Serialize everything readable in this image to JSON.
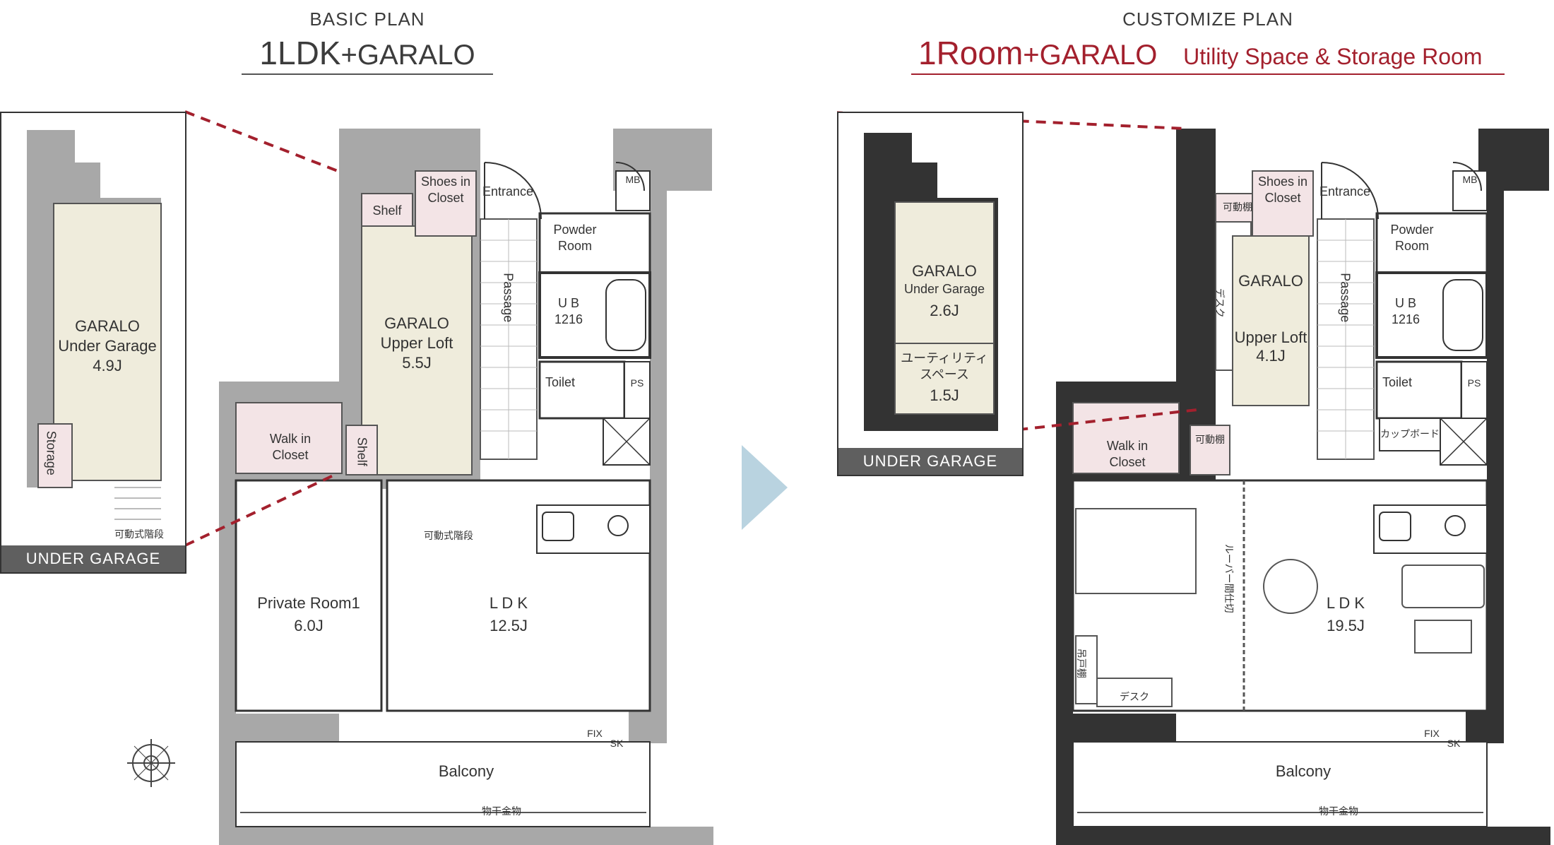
{
  "basic": {
    "subtitle": "BASIC PLAN",
    "title_main": "1LDK",
    "title_plus": "+GARALO",
    "under_garage_tag": "UNDER GARAGE",
    "garage_inset": {
      "title": "GARALO",
      "sub": "Under Garage",
      "size": "4.9J",
      "storage": "Storage",
      "stair_note": "可動式階段"
    },
    "rooms": {
      "garalo_title": "GARALO",
      "garalo_sub": "Upper Loft",
      "garalo_size": "5.5J",
      "shelf": "Shelf",
      "shelf_v": "Shelf",
      "shoes": "Shoes in\nCloset",
      "entrance": "Entrance",
      "mb": "MB",
      "powder": "Powder\nRoom",
      "passage": "Passage",
      "ub": "U B\n1216",
      "toilet": "Toilet",
      "ps": "PS",
      "walkin": "Walk in\nCloset",
      "stair_note": "可動式階段",
      "private": "Private Room1",
      "private_size": "6.0J",
      "ldk": "L D K",
      "ldk_size": "12.5J",
      "fix": "FIX",
      "sk": "SK",
      "balcony": "Balcony",
      "drying": "物干金物"
    }
  },
  "customize": {
    "subtitle": "CUSTOMIZE PLAN",
    "title_main": "1Room",
    "title_plus": "+GARALO",
    "title_extra": "Utility Space & Storage Room",
    "under_garage_tag": "UNDER GARAGE",
    "garage_inset": {
      "title": "GARALO",
      "sub": "Under Garage",
      "size": "2.6J",
      "utility": "ユーティリティ\nスペース",
      "utility_size": "1.5J"
    },
    "rooms": {
      "garalo_title": "GARALO",
      "garalo_sub": "Upper Loft",
      "garalo_size": "4.1J",
      "kadou_shelf": "可動棚",
      "kadou_shelf2": "可動棚",
      "desk_v": "デスク",
      "shoes": "Shoes in\nCloset",
      "entrance": "Entrance",
      "mb": "MB",
      "powder": "Powder\nRoom",
      "passage": "Passage",
      "ub": "U B\n1216",
      "toilet": "Toilet",
      "ps": "PS",
      "walkin": "Walk in\nCloset",
      "cupboard": "カップボード",
      "louver": "ルーバー間仕切",
      "hanging": "吊戸棚",
      "desk": "デスク",
      "ldk": "L D K",
      "ldk_size": "19.5J",
      "fix": "FIX",
      "sk": "SK",
      "balcony": "Balcony",
      "drying": "物干金物"
    }
  },
  "colors": {
    "accent": "#a3202d",
    "arrow": "#b9d3e0",
    "garalo_fill": "#efecdc",
    "closet_fill": "#f3e4e6",
    "wall_basic": "#a8a8a8",
    "wall_custom": "#333333"
  }
}
